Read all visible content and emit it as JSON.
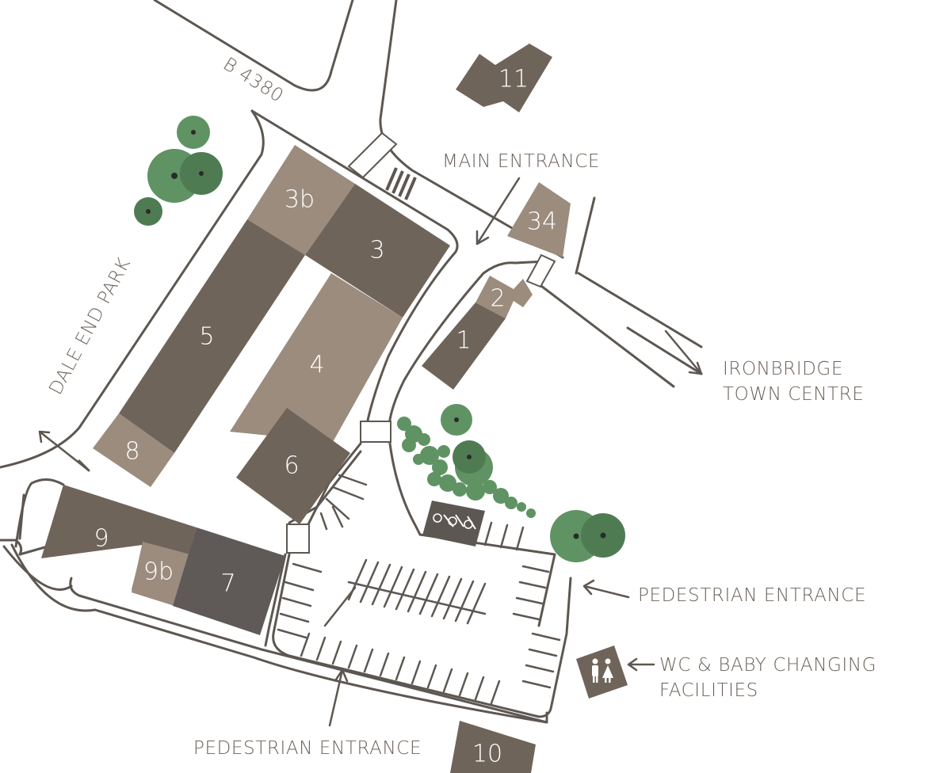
{
  "road_name": "B 4380",
  "park_name": "DALE END PARK",
  "labels": {
    "main_entrance": "MAIN ENTRANCE",
    "town_centre_line1": "IRONBRIDGE",
    "town_centre_line2": "TOWN CENTRE",
    "pedestrian_entrance_east": "PEDESTRIAN ENTRANCE",
    "pedestrian_entrance_south": "PEDESTRIAN ENTRANCE",
    "wc_line1": "WC & BABY CHANGING",
    "wc_line2": "FACILITIES"
  },
  "buildings": {
    "b11": "11",
    "b3b": "3b",
    "b3": "3",
    "b34": "34",
    "b2": "2",
    "b1": "1",
    "b5": "5",
    "b4": "4",
    "b8": "8",
    "b6": "6",
    "b9": "9",
    "b9b": "9b",
    "b7": "7",
    "b10": "10"
  },
  "colors": {
    "building_dark": "#6f645a",
    "building_light": "#9b8c7e",
    "building_grey": "#5f5a57",
    "tree_light": "#5f9363",
    "tree_dark": "#4f7b53",
    "road_line": "#5d5751",
    "label_text": "#6b625a"
  },
  "icons": [
    "wheelchair-icon",
    "toilet-icon",
    "arrow-icon",
    "tree-icon"
  ]
}
